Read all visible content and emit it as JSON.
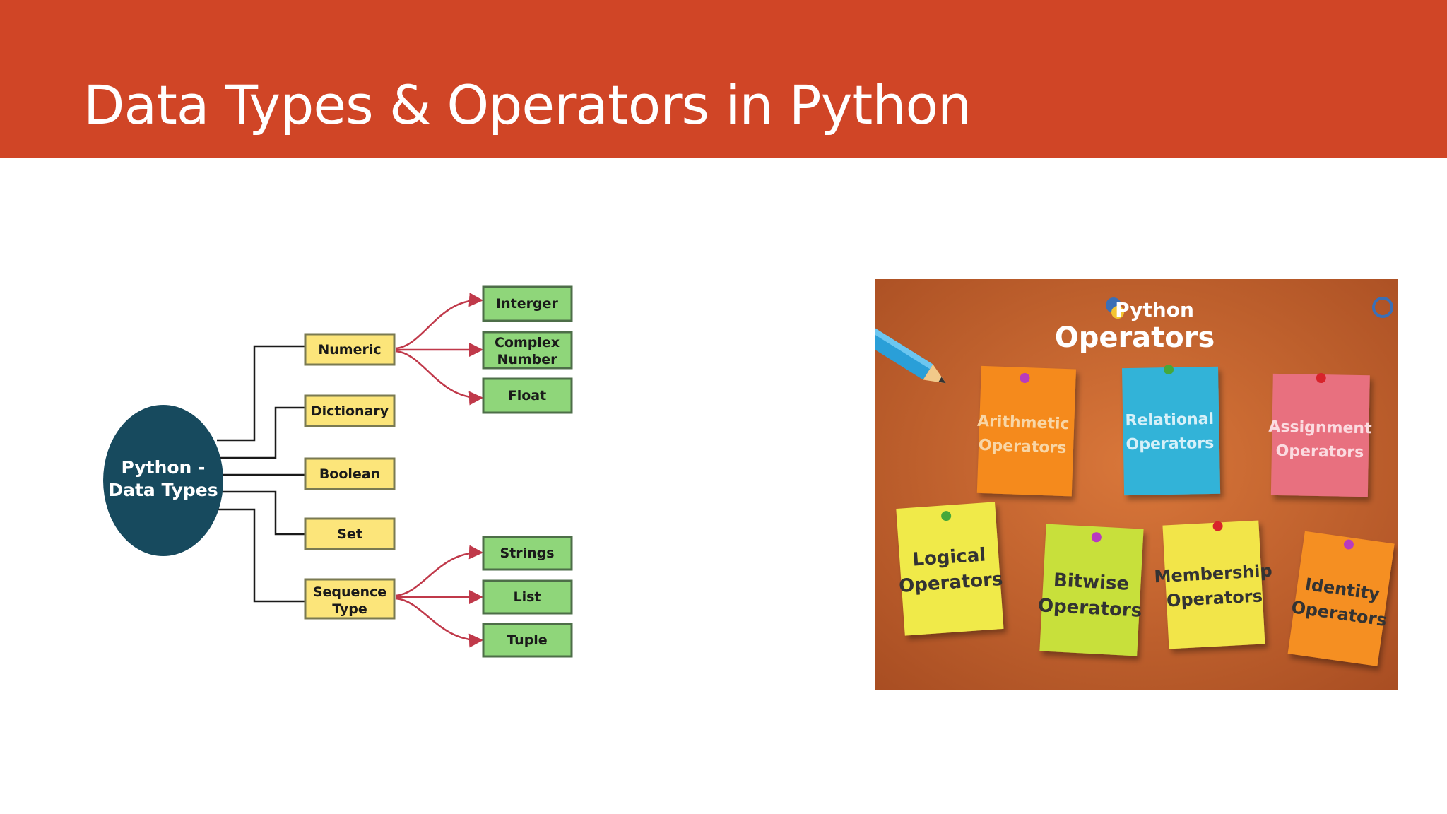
{
  "slide": {
    "title": "Data Types & Operators in Python"
  },
  "diagram": {
    "root_line1": "Python -",
    "root_line2": "Data Types",
    "categories": {
      "numeric": "Numeric",
      "dictionary": "Dictionary",
      "boolean": "Boolean",
      "set": "Set",
      "sequence_line1": "Sequence",
      "sequence_line2": "Type"
    },
    "leaves": {
      "integer": "Interger",
      "complex_line1": "Complex",
      "complex_line2": "Number",
      "float": "Float",
      "strings": "Strings",
      "list": "List",
      "tuple": "Tuple"
    },
    "colors": {
      "root": "#174a5e",
      "category_fill": "#fce57a",
      "leaf_fill": "#8fd67a",
      "arrow": "#c0394a"
    }
  },
  "operators_image": {
    "brand": "Python",
    "heading": "Operators",
    "notes": {
      "arithmetic_1": "Arithmetic",
      "arithmetic_2": "Operators",
      "relational_1": "Relational",
      "relational_2": "Operators",
      "assignment_1": "Assignment",
      "assignment_2": "Operators",
      "logical_1": "Logical",
      "logical_2": "Operators",
      "bitwise_1": "Bitwise",
      "bitwise_2": "Operators",
      "membership_1": "Membership",
      "membership_2": "Operators",
      "identity_1": "Identity",
      "identity_2": "Operators"
    },
    "colors": {
      "board": "#c8652e",
      "arithmetic": "#f58a1f",
      "relational": "#33b3d8",
      "assignment": "#e8707f",
      "logical": "#f0ea4a",
      "bitwise": "#c8e03a",
      "membership": "#f2e54a",
      "identity": "#f58f20"
    }
  }
}
